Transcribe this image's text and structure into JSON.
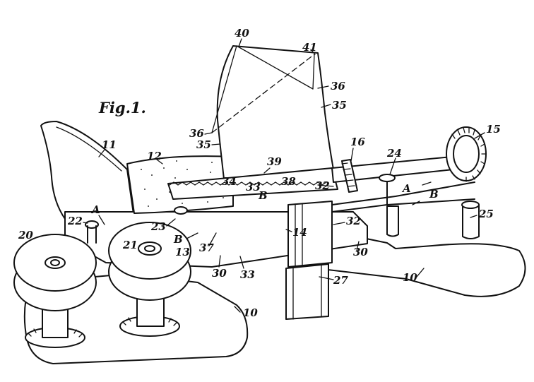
{
  "figure": {
    "title": "Fig.1.",
    "labels": [
      {
        "id": "l40",
        "text": "40"
      },
      {
        "id": "l41",
        "text": "41"
      },
      {
        "id": "l36a",
        "text": "36"
      },
      {
        "id": "l35a",
        "text": "35"
      },
      {
        "id": "l36b",
        "text": "36"
      },
      {
        "id": "l35b",
        "text": "35"
      },
      {
        "id": "l11",
        "text": "11"
      },
      {
        "id": "l12",
        "text": "12"
      },
      {
        "id": "l16",
        "text": "16"
      },
      {
        "id": "l15",
        "text": "15"
      },
      {
        "id": "l24",
        "text": "24"
      },
      {
        "id": "l39",
        "text": "39"
      },
      {
        "id": "l34",
        "text": "34"
      },
      {
        "id": "l33a",
        "text": "33"
      },
      {
        "id": "lBa",
        "text": "B"
      },
      {
        "id": "l38",
        "text": "38"
      },
      {
        "id": "l32a",
        "text": "32"
      },
      {
        "id": "lAa",
        "text": "A"
      },
      {
        "id": "lBb",
        "text": "B"
      },
      {
        "id": "l25",
        "text": "25"
      },
      {
        "id": "lAb",
        "text": "A"
      },
      {
        "id": "l22",
        "text": "22"
      },
      {
        "id": "l23",
        "text": "23"
      },
      {
        "id": "lBc",
        "text": "B"
      },
      {
        "id": "l13",
        "text": "13"
      },
      {
        "id": "l37",
        "text": "37"
      },
      {
        "id": "l14",
        "text": "14"
      },
      {
        "id": "l32b",
        "text": "32"
      },
      {
        "id": "l30a",
        "text": "30"
      },
      {
        "id": "l30b",
        "text": "30"
      },
      {
        "id": "l33b",
        "text": "33"
      },
      {
        "id": "l20",
        "text": "20"
      },
      {
        "id": "l21",
        "text": "21"
      },
      {
        "id": "l27",
        "text": "27"
      },
      {
        "id": "l10a",
        "text": "10"
      },
      {
        "id": "l10b",
        "text": "10"
      }
    ]
  }
}
